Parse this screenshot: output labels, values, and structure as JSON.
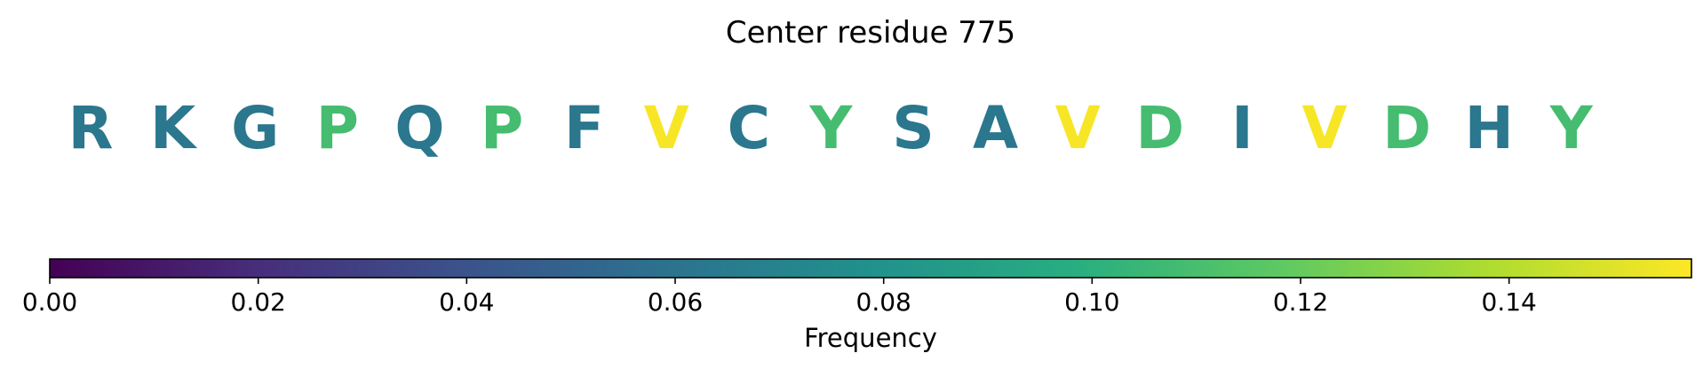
{
  "chart_data": {
    "type": "sequence-logo",
    "title": "Center residue 775",
    "residues": [
      {
        "letter": "R",
        "frequency": 0.062
      },
      {
        "letter": "K",
        "frequency": 0.062
      },
      {
        "letter": "G",
        "frequency": 0.062
      },
      {
        "letter": "P",
        "frequency": 0.109
      },
      {
        "letter": "Q",
        "frequency": 0.062
      },
      {
        "letter": "P",
        "frequency": 0.109
      },
      {
        "letter": "F",
        "frequency": 0.062
      },
      {
        "letter": "V",
        "frequency": 0.156
      },
      {
        "letter": "C",
        "frequency": 0.062
      },
      {
        "letter": "Y",
        "frequency": 0.109
      },
      {
        "letter": "S",
        "frequency": 0.062
      },
      {
        "letter": "A",
        "frequency": 0.062
      },
      {
        "letter": "V",
        "frequency": 0.156
      },
      {
        "letter": "D",
        "frequency": 0.109
      },
      {
        "letter": "I",
        "frequency": 0.062
      },
      {
        "letter": "V",
        "frequency": 0.156
      },
      {
        "letter": "D",
        "frequency": 0.109
      },
      {
        "letter": "H",
        "frequency": 0.062
      },
      {
        "letter": "Y",
        "frequency": 0.109
      }
    ],
    "colorbar": {
      "label": "Frequency",
      "colormap": "viridis",
      "range": [
        0,
        0.1575
      ],
      "ticks": [
        0.0,
        0.02,
        0.04,
        0.06,
        0.08,
        0.1,
        0.12,
        0.14
      ],
      "tick_labels": [
        "0.00",
        "0.02",
        "0.04",
        "0.06",
        "0.08",
        "0.10",
        "0.12",
        "0.14"
      ]
    }
  }
}
